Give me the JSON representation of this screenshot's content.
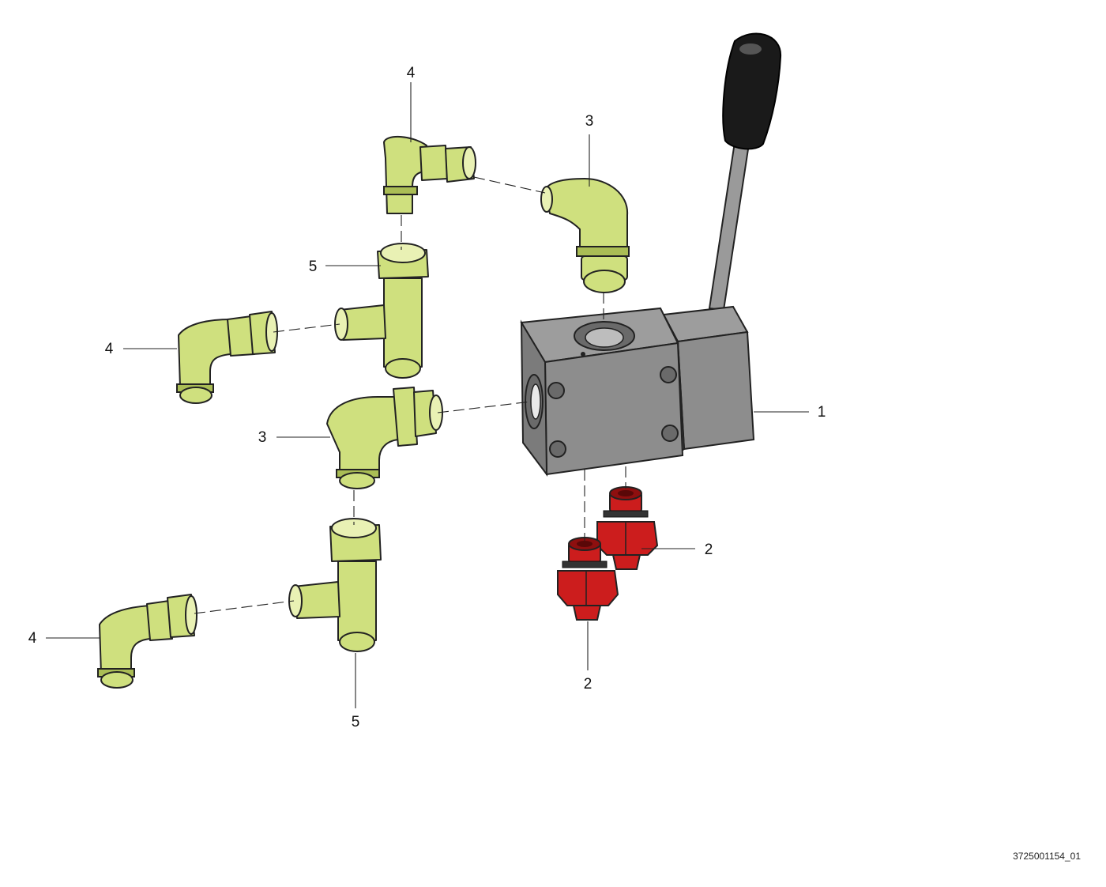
{
  "callouts": {
    "c1": "1",
    "c2a": "2",
    "c2b": "2",
    "c3a": "3",
    "c3b": "3",
    "c4a": "4",
    "c4b": "4",
    "c4c": "4",
    "c5a": "5",
    "c5b": "5"
  },
  "document_id": "3725001154_01",
  "colors": {
    "fitting": "#cfe07e",
    "plug": "#cc1d1d",
    "valve_body": "#8d8d8d",
    "lever_knob": "#1a1a1a"
  }
}
